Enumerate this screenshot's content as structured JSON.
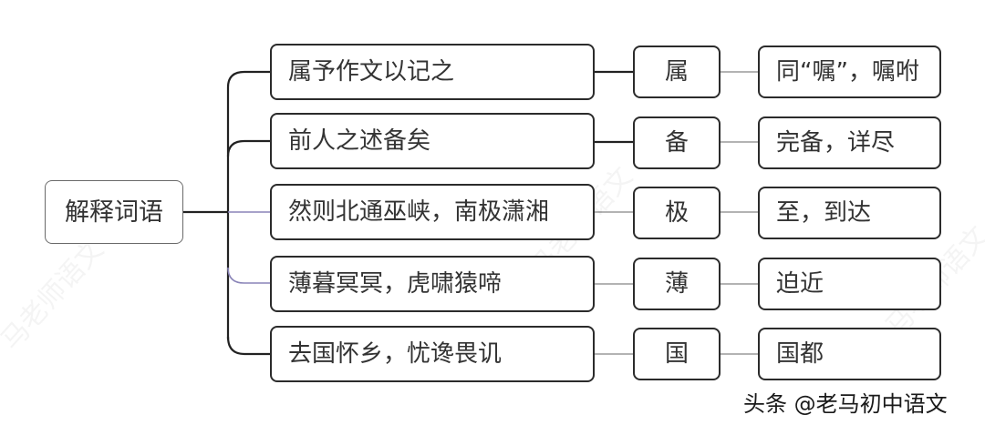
{
  "root": {
    "label": "解释词语"
  },
  "rows": [
    {
      "phrase": "属予作文以记之",
      "character": "属",
      "meaning": "同“嘱”，嘱咐"
    },
    {
      "phrase": "前人之述备矣",
      "character": "备",
      "meaning": "完备，详尽"
    },
    {
      "phrase": "然则北通巫峡，南极潇湘",
      "character": "极",
      "meaning": "至，到达"
    },
    {
      "phrase": "薄暮冥冥，虎啸猿啼",
      "character": "薄",
      "meaning": "迫近"
    },
    {
      "phrase": "去国怀乡，忧谗畏讥",
      "character": "国",
      "meaning": "国都"
    }
  ],
  "watermark": "马老师语文",
  "credit": "头条 @老马初中语文"
}
